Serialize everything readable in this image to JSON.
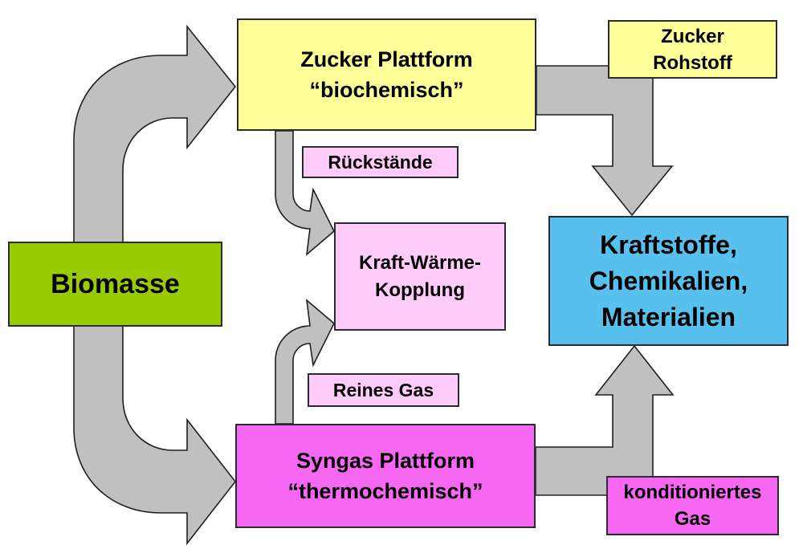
{
  "diagram": {
    "colors": {
      "biomass_green": "#99CC00",
      "platform_yellow": "#FFFF99",
      "light_pink": "#FFCCFA",
      "magenta": "#F768F2",
      "blue": "#58C0EC",
      "arrow_gray": "#C0C0C0",
      "arrow_outline": "#1F1F1F",
      "text": "#000000"
    },
    "nodes": {
      "biomasse": {
        "label": "Biomasse"
      },
      "zucker_plattform": {
        "line1": "Zucker Plattform",
        "line2": "“biochemisch”"
      },
      "zucker_rohstoff": {
        "line1": "Zucker",
        "line2": "Rohstoff"
      },
      "rueckstaende": {
        "label": "Rückstände"
      },
      "kraft_waerme_kopplung": {
        "line1": "Kraft-Wärme-",
        "line2": "Kopplung"
      },
      "reines_gas": {
        "label": "Reines Gas"
      },
      "syngas_plattform": {
        "line1": "Syngas Plattform",
        "line2": "“thermochemisch”"
      },
      "konditioniertes_gas": {
        "line1": "konditioniertes",
        "line2": "Gas"
      },
      "produkte": {
        "line1": "Kraftstoffe,",
        "line2": "Chemikalien,",
        "line3": "Materialien"
      }
    },
    "edges": [
      {
        "from": "biomasse",
        "to": "zucker_plattform"
      },
      {
        "from": "biomasse",
        "to": "syngas_plattform"
      },
      {
        "from": "zucker_plattform",
        "to": "kraft_waerme_kopplung",
        "label": "Rückstände"
      },
      {
        "from": "syngas_plattform",
        "to": "kraft_waerme_kopplung",
        "label": "Reines Gas"
      },
      {
        "from": "zucker_plattform",
        "to": "produkte",
        "label": "Zucker Rohstoff"
      },
      {
        "from": "syngas_plattform",
        "to": "produkte",
        "label": "konditioniertes Gas"
      }
    ]
  }
}
